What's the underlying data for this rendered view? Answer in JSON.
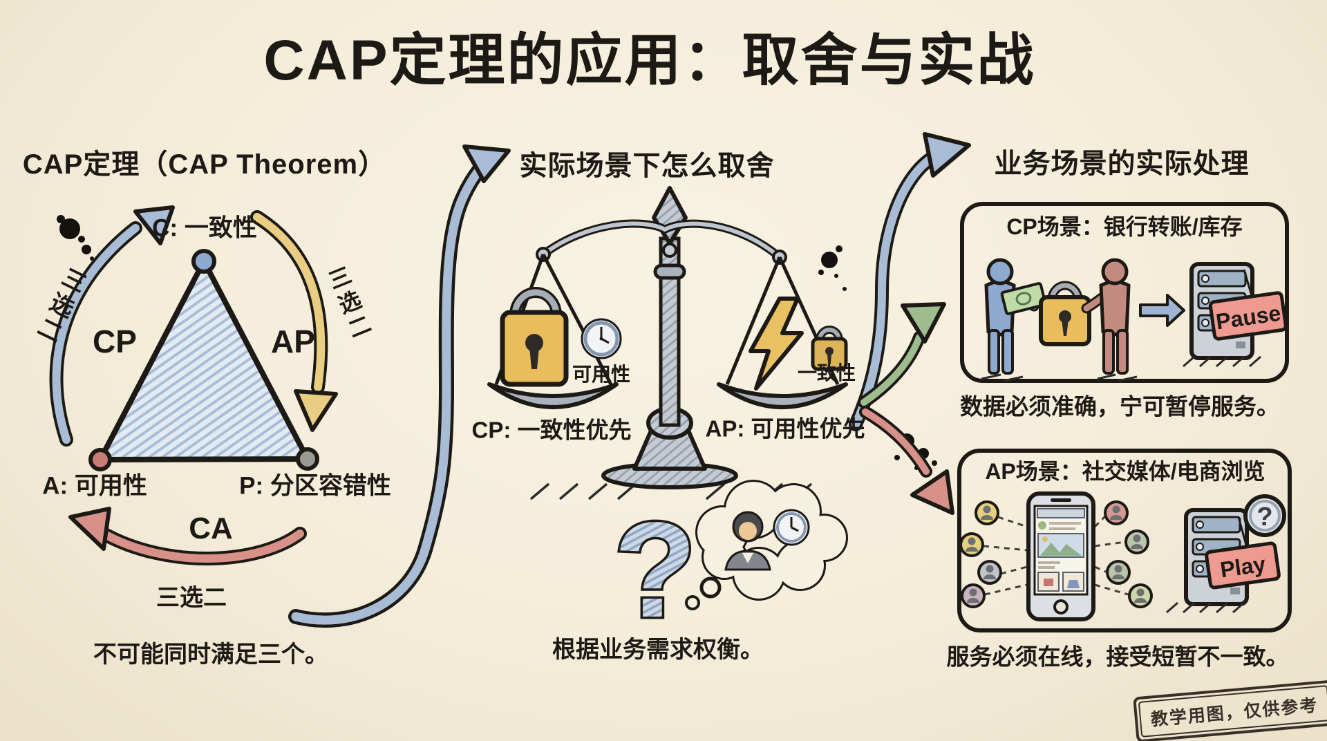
{
  "title": "CAP定理的应用：取舍与实战",
  "left": {
    "header": "CAP定理（CAP Theorem）",
    "triangle": {
      "top_label": "C: 一致性",
      "left_label": "A: 可用性",
      "right_label": "P: 分区容错性",
      "cp": "CP",
      "ap": "AP",
      "ca": "CA"
    },
    "pick_two_left": "三选二",
    "pick_two_right": "三选二",
    "pick_two_bottom": "三选二",
    "caption": "不可能同时满足三个。"
  },
  "middle": {
    "header": "实际场景下怎么取舍",
    "availability": "可用性",
    "consistency": "一致性",
    "cp_priority": "CP: 一致性优先",
    "ap_priority": "AP: 可用性优先",
    "question_mark": "?",
    "caption": "根据业务需求权衡。"
  },
  "right": {
    "header": "业务场景的实际处理",
    "cp_card": {
      "title": "CP场景：银行转账/库存",
      "sign": "Pause",
      "caption": "数据必须准确，宁可暂停服务。"
    },
    "ap_card": {
      "title": "AP场景：社交媒体/电商浏览",
      "sign": "Play",
      "badge": "?",
      "caption": "服务必须在线，接受短暂不一致。"
    }
  },
  "stamp": {
    "text": "教学用图，仅供参考"
  },
  "colors": {
    "paper": "#f4edda",
    "ink": "#1d1a16",
    "pencil_blue": "#a9bcd6",
    "pencil_yellow": "#e9cd82",
    "pencil_red": "#d79189",
    "pencil_green": "#9dbd8f",
    "lock_gold": "#e9bd5c",
    "sign_pink": "#ee9a90",
    "scale_gray": "#bfc6cf"
  }
}
